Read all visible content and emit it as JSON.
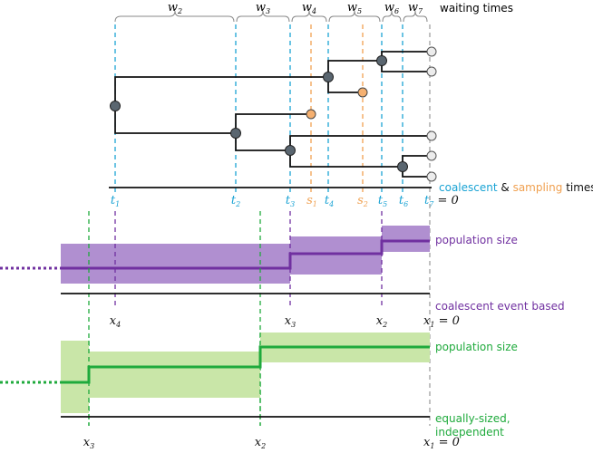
{
  "top": {
    "waiting_label": "waiting times",
    "waiting_times": [
      {
        "name": "w",
        "sub": "2"
      },
      {
        "name": "w",
        "sub": "3"
      },
      {
        "name": "w",
        "sub": "4"
      },
      {
        "name": "w",
        "sub": "5"
      },
      {
        "name": "w",
        "sub": "6"
      },
      {
        "name": "w",
        "sub": "7"
      }
    ],
    "times_legend": {
      "coalescent": "coalescent",
      "amp": " & ",
      "sampling": "sampling",
      "suffix": " times"
    },
    "time_labels": [
      {
        "name": "t",
        "sub": "1",
        "kind": "coalescent"
      },
      {
        "name": "t",
        "sub": "2",
        "kind": "coalescent"
      },
      {
        "name": "t",
        "sub": "3",
        "kind": "coalescent"
      },
      {
        "name": "s",
        "sub": "1",
        "kind": "sampling"
      },
      {
        "name": "t",
        "sub": "4",
        "kind": "coalescent"
      },
      {
        "name": "s",
        "sub": "2",
        "kind": "sampling"
      },
      {
        "name": "t",
        "sub": "5",
        "kind": "coalescent"
      },
      {
        "name": "t",
        "sub": "6",
        "kind": "coalescent"
      },
      {
        "name": "t",
        "sub": "7",
        "kind": "coalescent"
      }
    ],
    "zero_suffix": " = 0"
  },
  "middle": {
    "pop_label": "population size",
    "axis_label": "coalescent event based",
    "x_labels": [
      {
        "name": "x",
        "sub": "4"
      },
      {
        "name": "x",
        "sub": "3"
      },
      {
        "name": "x",
        "sub": "2"
      },
      {
        "name": "x",
        "sub": "1",
        "suffix": " = 0"
      }
    ]
  },
  "bottom": {
    "pop_label": "population size",
    "axis_label_line1": "equally-sized,",
    "axis_label_line2": "independent",
    "x_labels": [
      {
        "name": "x",
        "sub": "3"
      },
      {
        "name": "x",
        "sub": "2"
      },
      {
        "name": "x",
        "sub": "1",
        "suffix": " = 0"
      }
    ]
  },
  "colors": {
    "coalescent": "#1aa3d4",
    "sampling": "#f0a050",
    "purple": "#7030a0",
    "purple_fill": "#b08fd0",
    "green": "#1faa3c",
    "green_fill": "#c9e6a8",
    "node": "#5a6670",
    "sample_node": "#e8e8e8",
    "sample_node_orange": "#f5b070",
    "gray_dash": "#a0a0a0"
  }
}
